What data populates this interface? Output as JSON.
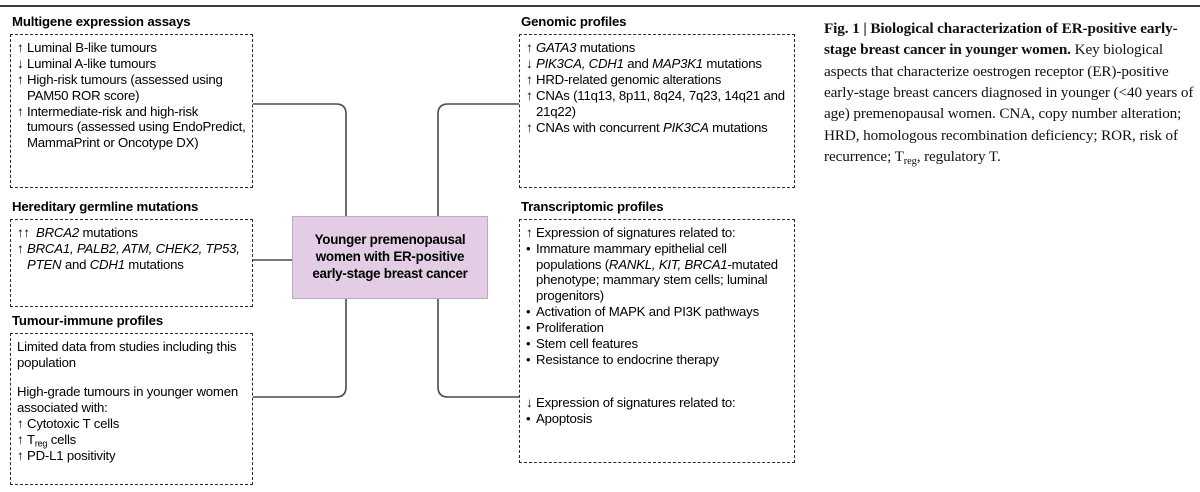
{
  "figure": {
    "center_node": {
      "label": "Younger premenopausal women with ER-positive early-stage breast cancer",
      "fill_color": "#e3cde5",
      "border_color": "#c6a3ca"
    },
    "panels": [
      {
        "id": "multigene",
        "title": "Multigene expression assays",
        "items": [
          {
            "marker": "↑",
            "text": "Luminal B-like tumours"
          },
          {
            "marker": "↓",
            "text": "Luminal A-like tumours"
          },
          {
            "marker": "↑",
            "text": "High-risk tumours (assessed using PAM50 ROR score)"
          },
          {
            "marker": "↑",
            "text": "Intermediate-risk and high-risk tumours (assessed using EndoPredict, MammaPrint or Oncotype DX)"
          }
        ]
      },
      {
        "id": "hereditary",
        "title": "Hereditary germline mutations",
        "items": [
          {
            "marker": "↑↑",
            "text_italic": "BRCA2",
            "text": " mutations"
          },
          {
            "marker": "↑",
            "text_italic": "BRCA1, PALB2, ATM, CHEK2, TP53, PTEN",
            "text": " and ",
            "text_italic2": "CDH1",
            "text2": " mutations"
          }
        ]
      },
      {
        "id": "immune",
        "title": "Tumour-immune profiles",
        "items": [
          {
            "marker": "",
            "text": "Limited data from studies including this population"
          },
          {
            "marker": "",
            "text": ""
          },
          {
            "marker": "",
            "text": "High-grade tumours in younger women associated with:"
          },
          {
            "marker": "↑",
            "text": "Cytotoxic T cells"
          },
          {
            "marker": "↑",
            "text": "T",
            "subscript": "reg",
            "text_after": " cells"
          },
          {
            "marker": "↑",
            "text": "PD-L1 positivity"
          }
        ]
      },
      {
        "id": "genomic",
        "title": "Genomic profiles",
        "items": [
          {
            "marker": "↑",
            "text_italic": "GATA3",
            "text": " mutations"
          },
          {
            "marker": "↓",
            "text_italic": "PIK3CA, CDH1",
            "text": " and ",
            "text_italic2": "MAP3K1",
            "text2": " mutations"
          },
          {
            "marker": "↑",
            "text": "HRD-related genomic alterations"
          },
          {
            "marker": "↑",
            "text": "CNAs (11q13, 8p11, 8q24, 7q23, 14q21 and 21q22)"
          },
          {
            "marker": "↑",
            "text": "CNAs with concurrent ",
            "text_italic2": "PIK3CA",
            "text2": " mutations"
          }
        ]
      },
      {
        "id": "transcriptomic",
        "title": "Transcriptomic profiles",
        "items": [
          {
            "marker": "↑",
            "text": "Expression of signatures related to:"
          },
          {
            "marker": "•",
            "text": "Immature mammary epithelial cell populations (",
            "text_italic2": "RANKL, KIT, BRCA1",
            "text2": "-mutated phenotype; mammary stem cells; luminal progenitors)"
          },
          {
            "marker": "•",
            "text": "Activation of MAPK and PI3K pathways"
          },
          {
            "marker": "•",
            "text": "Proliferation"
          },
          {
            "marker": "•",
            "text": "Stem cell features"
          },
          {
            "marker": "•",
            "text": "Resistance to endocrine therapy"
          },
          {
            "marker": "",
            "text": ""
          },
          {
            "marker": "↓",
            "text": "Expression of signatures related to:"
          },
          {
            "marker": "•",
            "text": "Apoptosis"
          }
        ]
      }
    ]
  },
  "caption": {
    "label": "Fig. 1 | ",
    "title": "Biological characterization of ER-positive early-stage breast cancer in younger women.",
    "body_1": "Key biological aspects that characterize oestrogen receptor (ER)-positive early-stage breast cancers diagnosed in younger (<40 years of age) premenopausal women. CNA, copy number alteration; HRD, homologous recombination deficiency; ROR, risk of recurrence; T",
    "body_sub": "reg",
    "body_2": ", regulatory T."
  }
}
